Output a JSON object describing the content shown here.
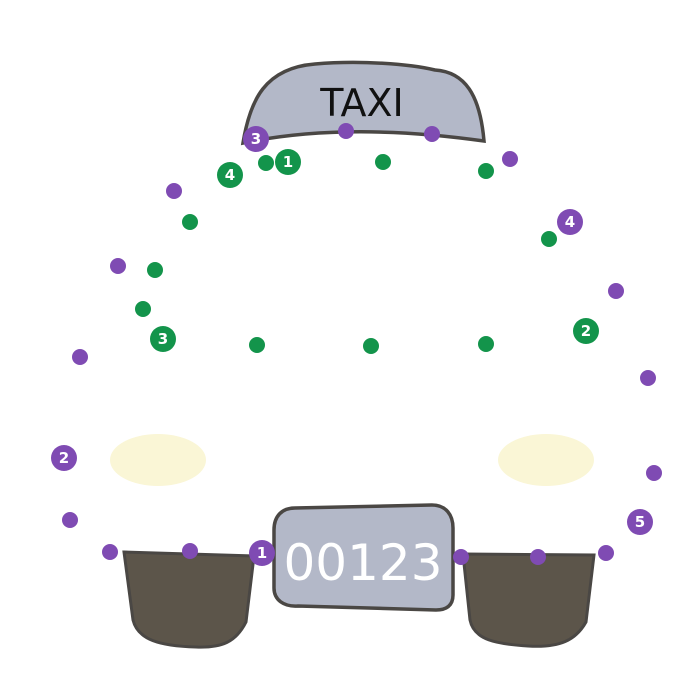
{
  "puzzle": {
    "sign_text": "TAXI",
    "plate_text": "00123",
    "colors": {
      "purple_dots": "#7f4bb3",
      "green_dots": "#13944b",
      "sign_fill": "#b3b8c8",
      "outline": "#4a4744",
      "wheel_fill": "#5c554a",
      "headlight_fill": "#faf6d6"
    },
    "purple_labels": [
      "1",
      "2",
      "3",
      "4",
      "5"
    ],
    "green_labels": [
      "1",
      "2",
      "3",
      "4"
    ]
  }
}
